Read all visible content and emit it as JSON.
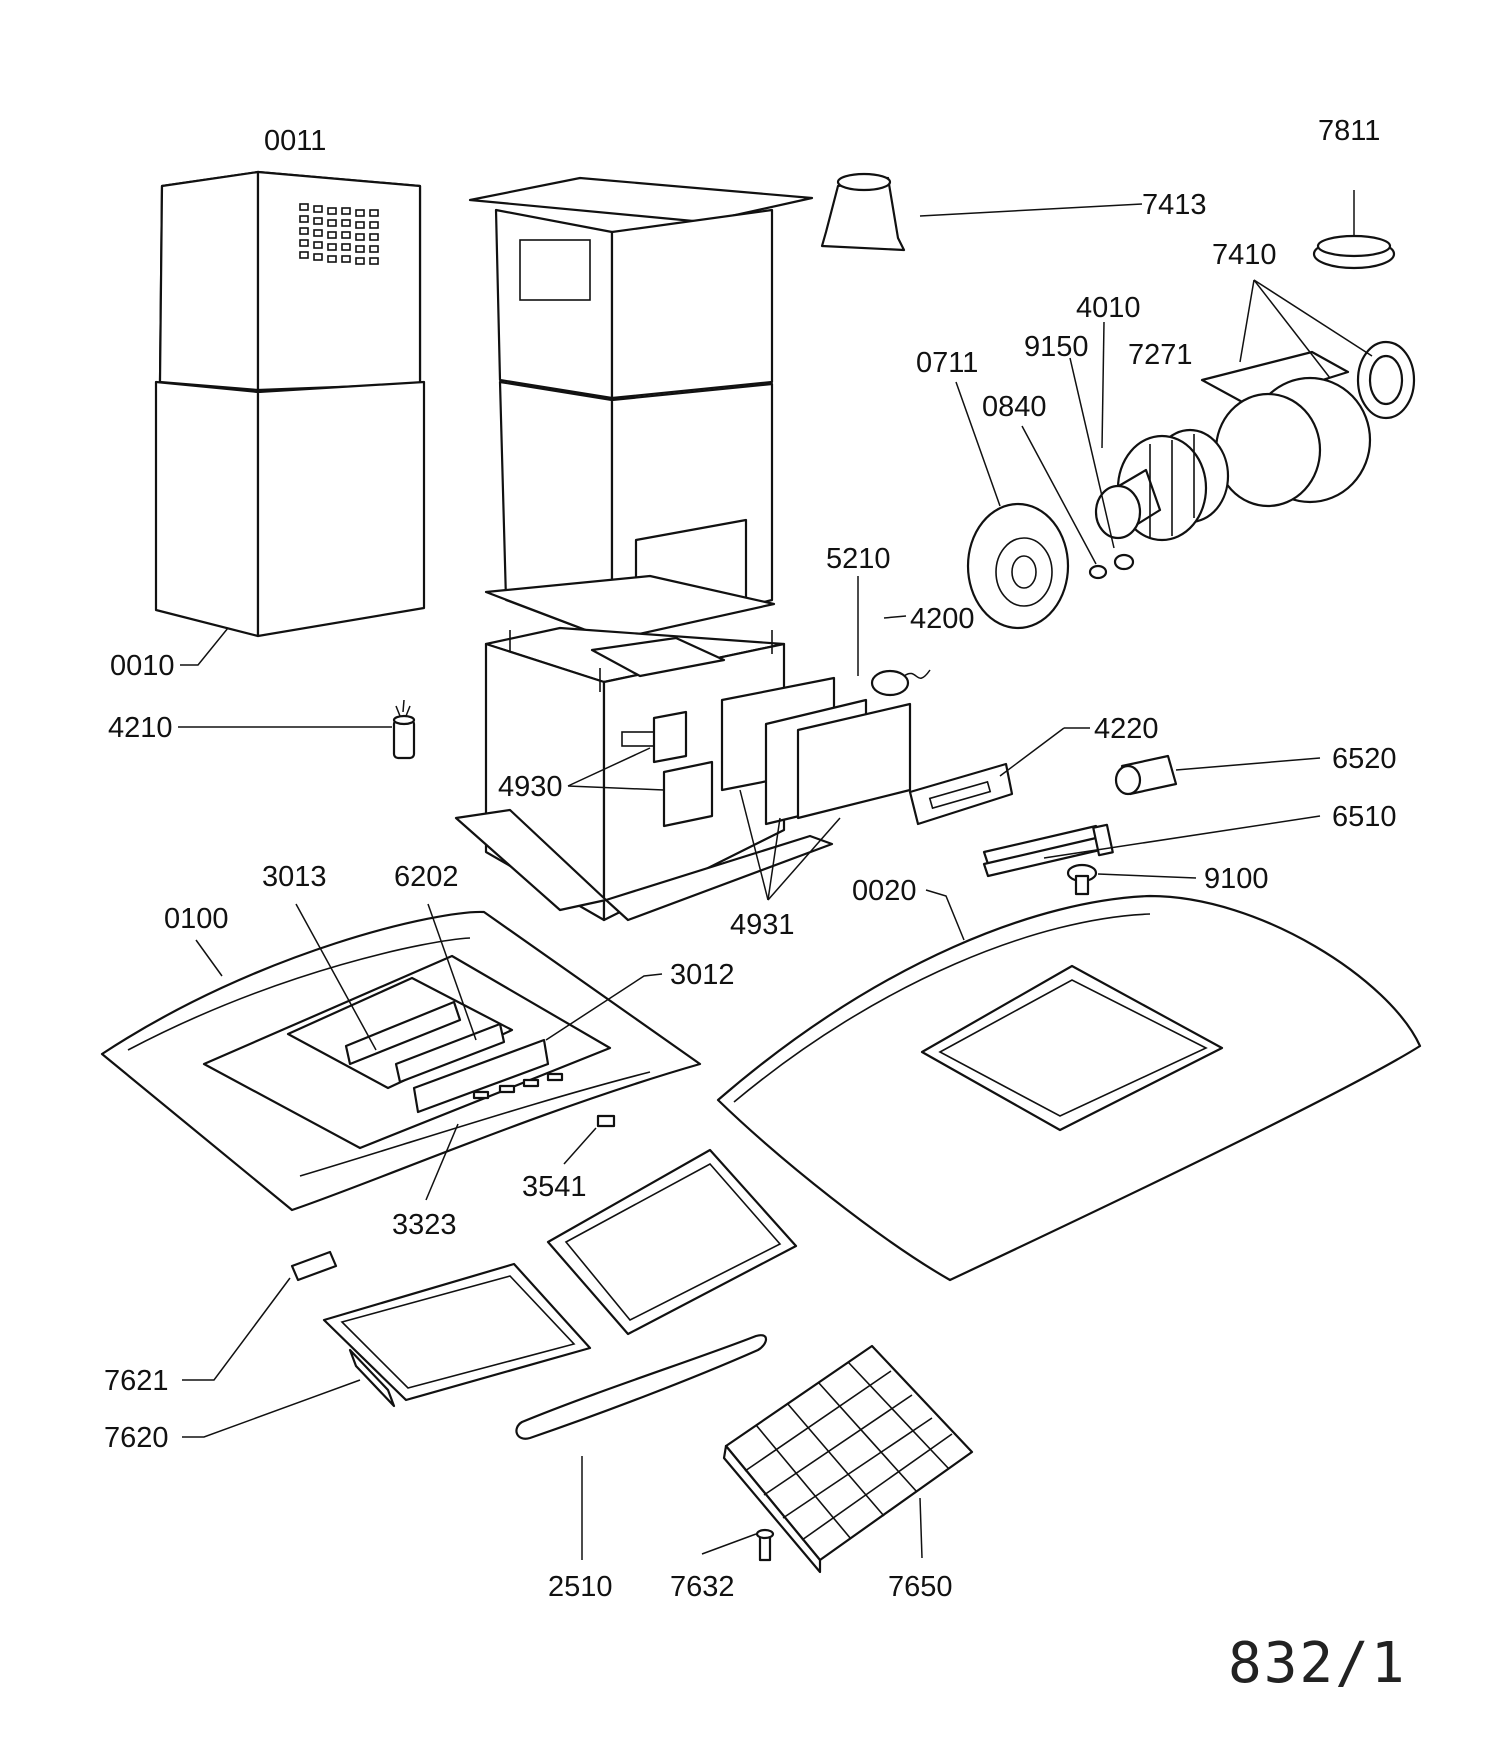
{
  "diagram": {
    "sheet_number": "832/1",
    "part_labels": {
      "p0011": "0011",
      "p0010": "0010",
      "p4210": "4210",
      "p7811": "7811",
      "p7413": "7413",
      "p7410": "7410",
      "p4010": "4010",
      "p9150": "9150",
      "p7271": "7271",
      "p0711": "0711",
      "p0840": "0840",
      "p5210": "5210",
      "p4200": "4200",
      "p4220": "4220",
      "p6520": "6520",
      "p6510": "6510",
      "p4930": "4930",
      "p4931": "4931",
      "p9100": "9100",
      "p0020": "0020",
      "p3013": "3013",
      "p6202": "6202",
      "p0100": "0100",
      "p3012": "3012",
      "p3541": "3541",
      "p3323": "3323",
      "p7621": "7621",
      "p7620": "7620",
      "p2510": "2510",
      "p7632": "7632",
      "p7650": "7650"
    }
  }
}
